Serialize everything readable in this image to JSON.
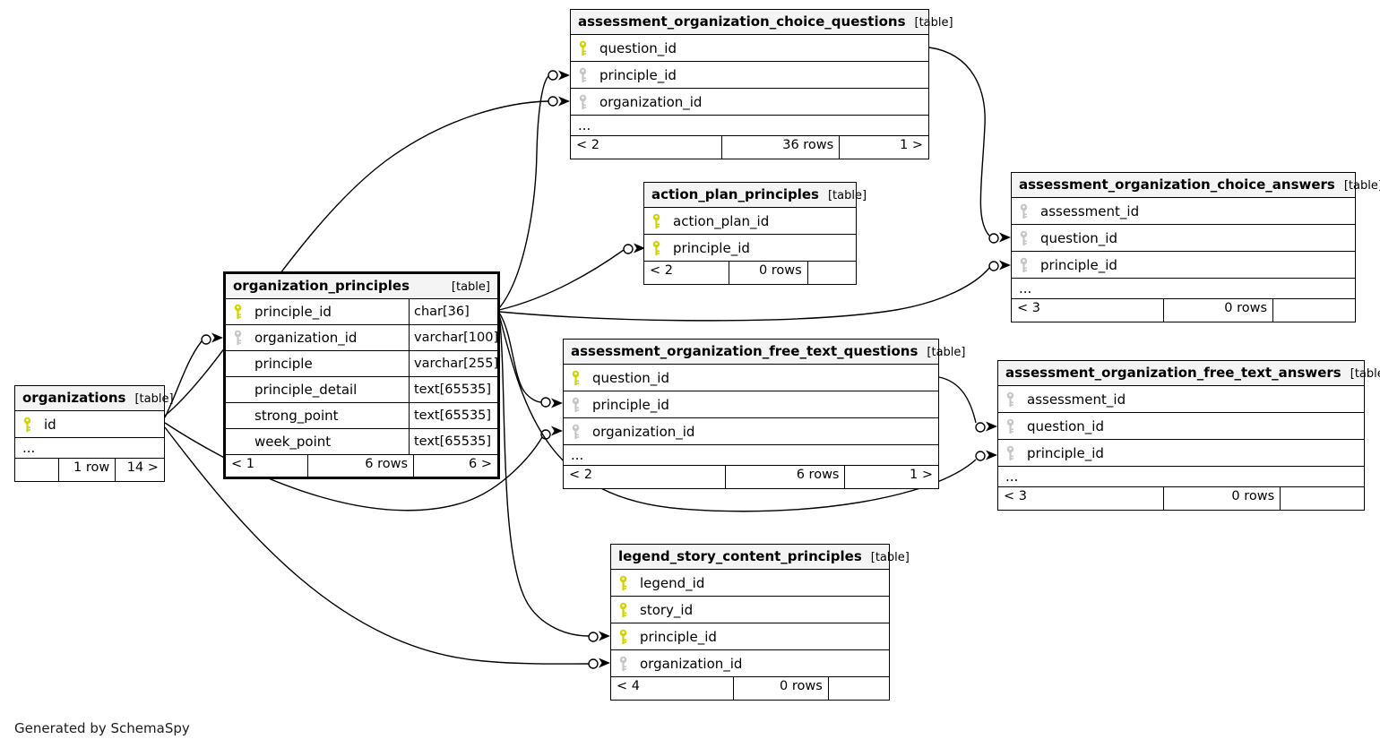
{
  "page": {
    "credit": "Generated by SchemaSpy",
    "colors": {
      "primary_key_icon": "#d2d200",
      "foreign_key_icon": "#c6c6c6",
      "header_background": "#f4f4f4",
      "border": "#000000",
      "background": "#ffffff"
    }
  },
  "tables": [
    {
      "name": "assessment_organization_choice_questions",
      "tag": "[table]",
      "columns": [
        {
          "name": "question_id",
          "key": "pk"
        },
        {
          "name": "principle_id",
          "key": "fk"
        },
        {
          "name": "organization_id",
          "key": "fk"
        }
      ],
      "ellipsis": "...",
      "footer": {
        "left": "< 2",
        "center": "36 rows",
        "right": "1 >"
      }
    },
    {
      "name": "action_plan_principles",
      "tag": "[table]",
      "columns": [
        {
          "name": "action_plan_id",
          "key": "pk"
        },
        {
          "name": "principle_id",
          "key": "pk"
        }
      ],
      "footer": {
        "left": "< 2",
        "center": "0 rows",
        "right": ""
      }
    },
    {
      "name": "assessment_organization_choice_answers",
      "tag": "[table]",
      "columns": [
        {
          "name": "assessment_id",
          "key": "fk"
        },
        {
          "name": "question_id",
          "key": "fk"
        },
        {
          "name": "principle_id",
          "key": "fk"
        }
      ],
      "ellipsis": "...",
      "footer": {
        "left": "< 3",
        "center": "0 rows",
        "right": ""
      }
    },
    {
      "name": "organization_principles",
      "tag": "[table]",
      "columns": [
        {
          "name": "principle_id",
          "key": "pk",
          "type": "char[36]"
        },
        {
          "name": "organization_id",
          "key": "fk",
          "type": "varchar[100]"
        },
        {
          "name": "principle",
          "key": null,
          "type": "varchar[255]"
        },
        {
          "name": "principle_detail",
          "key": null,
          "type": "text[65535]"
        },
        {
          "name": "strong_point",
          "key": null,
          "type": "text[65535]"
        },
        {
          "name": "week_point",
          "key": null,
          "type": "text[65535]"
        }
      ],
      "footer": {
        "left": "< 1",
        "center": "6 rows",
        "right": "6 >"
      }
    },
    {
      "name": "organizations",
      "tag": "[table]",
      "columns": [
        {
          "name": "id",
          "key": "pk"
        }
      ],
      "ellipsis": "...",
      "footer": {
        "left": "",
        "center": "1 row",
        "right": "14 >"
      }
    },
    {
      "name": "assessment_organization_free_text_questions",
      "tag": "[table]",
      "columns": [
        {
          "name": "question_id",
          "key": "pk"
        },
        {
          "name": "principle_id",
          "key": "fk"
        },
        {
          "name": "organization_id",
          "key": "fk"
        }
      ],
      "ellipsis": "...",
      "footer": {
        "left": "< 2",
        "center": "6 rows",
        "right": "1 >"
      }
    },
    {
      "name": "assessment_organization_free_text_answers",
      "tag": "[table]",
      "columns": [
        {
          "name": "assessment_id",
          "key": "fk"
        },
        {
          "name": "question_id",
          "key": "fk"
        },
        {
          "name": "principle_id",
          "key": "fk"
        }
      ],
      "ellipsis": "...",
      "footer": {
        "left": "< 3",
        "center": "0 rows",
        "right": ""
      }
    },
    {
      "name": "legend_story_content_principles",
      "tag": "[table]",
      "columns": [
        {
          "name": "legend_id",
          "key": "pk"
        },
        {
          "name": "story_id",
          "key": "pk"
        },
        {
          "name": "principle_id",
          "key": "pk"
        },
        {
          "name": "organization_id",
          "key": "fk"
        }
      ],
      "footer": {
        "left": "< 4",
        "center": "0 rows",
        "right": ""
      }
    }
  ],
  "relationships": [
    {
      "from": "organizations.id",
      "to": "organization_principles.organization_id"
    },
    {
      "from": "organizations.id",
      "to": "assessment_organization_choice_questions.organization_id"
    },
    {
      "from": "organizations.id",
      "to": "assessment_organization_free_text_questions.organization_id"
    },
    {
      "from": "organizations.id",
      "to": "legend_story_content_principles.organization_id"
    },
    {
      "from": "organization_principles.principle_id",
      "to": "assessment_organization_choice_questions.principle_id"
    },
    {
      "from": "organization_principles.principle_id",
      "to": "action_plan_principles.principle_id"
    },
    {
      "from": "organization_principles.principle_id",
      "to": "assessment_organization_choice_answers.principle_id"
    },
    {
      "from": "organization_principles.principle_id",
      "to": "assessment_organization_free_text_questions.principle_id"
    },
    {
      "from": "organization_principles.principle_id",
      "to": "assessment_organization_free_text_answers.principle_id"
    },
    {
      "from": "organization_principles.principle_id",
      "to": "legend_story_content_principles.principle_id"
    },
    {
      "from": "assessment_organization_choice_questions.question_id",
      "to": "assessment_organization_choice_answers.question_id"
    },
    {
      "from": "assessment_organization_free_text_questions.question_id",
      "to": "assessment_organization_free_text_answers.question_id"
    }
  ]
}
